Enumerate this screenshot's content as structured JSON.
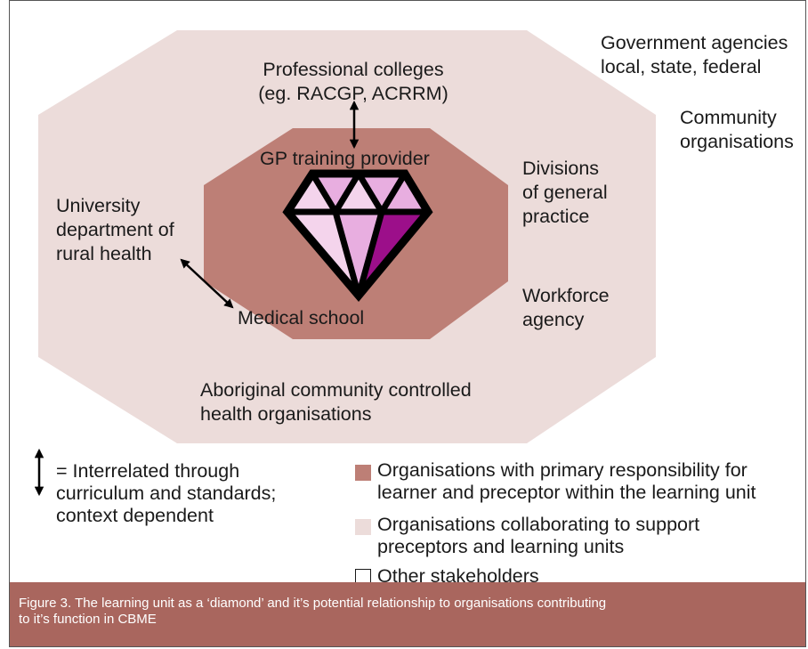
{
  "colors": {
    "outer_region": "#ecdcda",
    "inner_region": "#bd7f76",
    "caption_bg": "#a9665e",
    "diamond_light": "#f4d4ec",
    "diamond_mid": "#e8aee0",
    "diamond_dark": "#9c0f8a"
  },
  "outer_labels": {
    "government": [
      "Government agencies",
      "local, state, federal"
    ],
    "community": [
      "Community",
      "organisations"
    ]
  },
  "collaborating_labels": {
    "professional_colleges": [
      "Professional colleges",
      "(eg. RACGP, ACRRM)"
    ],
    "university": [
      "University",
      "department of",
      "rural health"
    ],
    "divisions": [
      "Divisions",
      "of general",
      "practice"
    ],
    "workforce": [
      "Workforce",
      "agency"
    ],
    "aboriginal": [
      "Aboriginal community controlled",
      "health organisations"
    ]
  },
  "primary_labels": {
    "gp_training": "GP training provider",
    "medical_school": "Medical school"
  },
  "legend": {
    "arrow_meaning": [
      "= Interrelated through",
      "curriculum and standards;",
      "context dependent"
    ],
    "primary": [
      "Organisations with primary responsibility for",
      "learner and preceptor within the learning unit"
    ],
    "collaborating": [
      "Organisations collaborating to support",
      "preceptors and learning units"
    ],
    "other": "Other stakeholders"
  },
  "caption": [
    "Figure 3. The learning unit as a ‘diamond’ and it’s potential relationship to organisations contributing",
    "to it’s function in CBME"
  ]
}
